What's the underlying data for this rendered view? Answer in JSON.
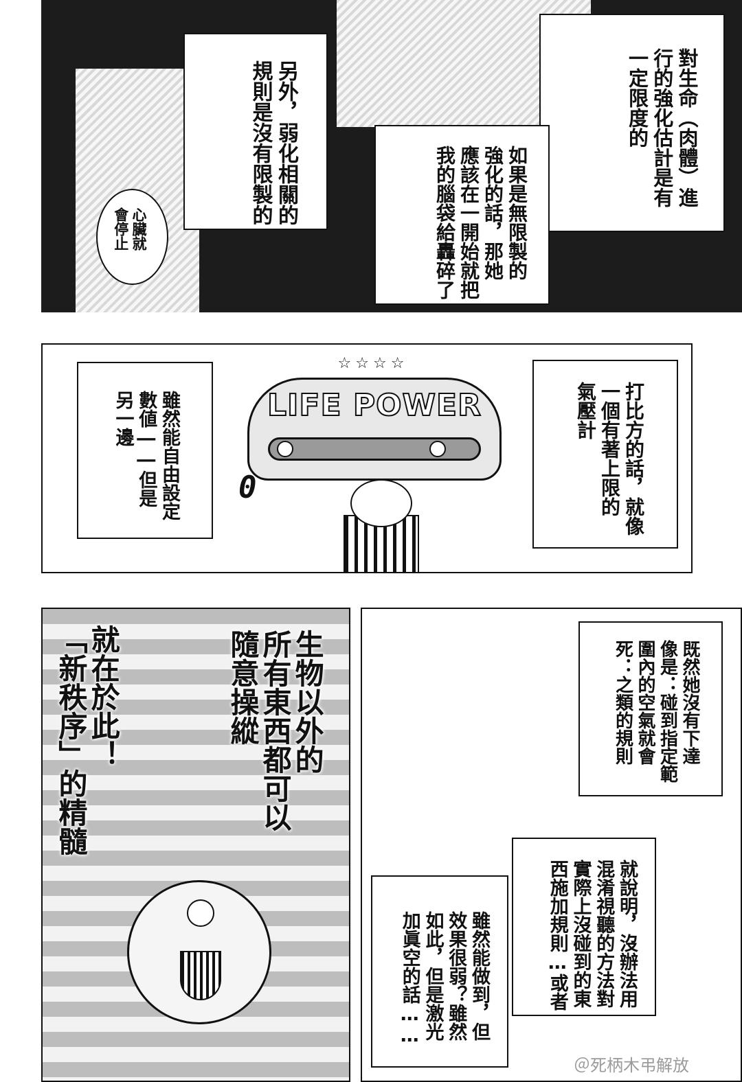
{
  "panel_top": {
    "caption_1": "對生命（肉體）進\n行的強化估計是有\n一定限度的",
    "caption_2": "如果是無限製的\n強化的話，那她\n應該在一開始就把\n我的腦袋給轟碎了",
    "caption_3": "另外，弱化相關的\n規則是沒有限製的",
    "bubble": "心臟就\n會停止"
  },
  "panel_middle": {
    "caption_right": "打比方的話，就像\n一個有著上限的\n氣壓計",
    "caption_left": "雖然能自由設定\n數値――但是\n另一邊",
    "sign_text": "LIFE POWER",
    "sign_stars": "☆☆☆☆",
    "counter": "0"
  },
  "panel_bottom": {
    "caption_a": "既然她沒有下達\n像是：碰到指定範\n圍內的空氣就會\n死：之類的規則",
    "caption_b": "就說明，沒辦法用\n混淆視聽的方法對\n實際上沒碰到的東\n西施加規則…或者",
    "caption_c": "雖然能做到，但\n效果很弱？雖然\n如此，但是激光\n加眞空的話……",
    "bold_text": "生物以外的\n所有東西都可以\n隨意操縱",
    "bold_text_2": "就在於此！\n「新秩序」的精髓"
  },
  "watermark": "＠死柄木弔解放",
  "colors": {
    "ink": "#111111",
    "paper": "#ffffff"
  }
}
